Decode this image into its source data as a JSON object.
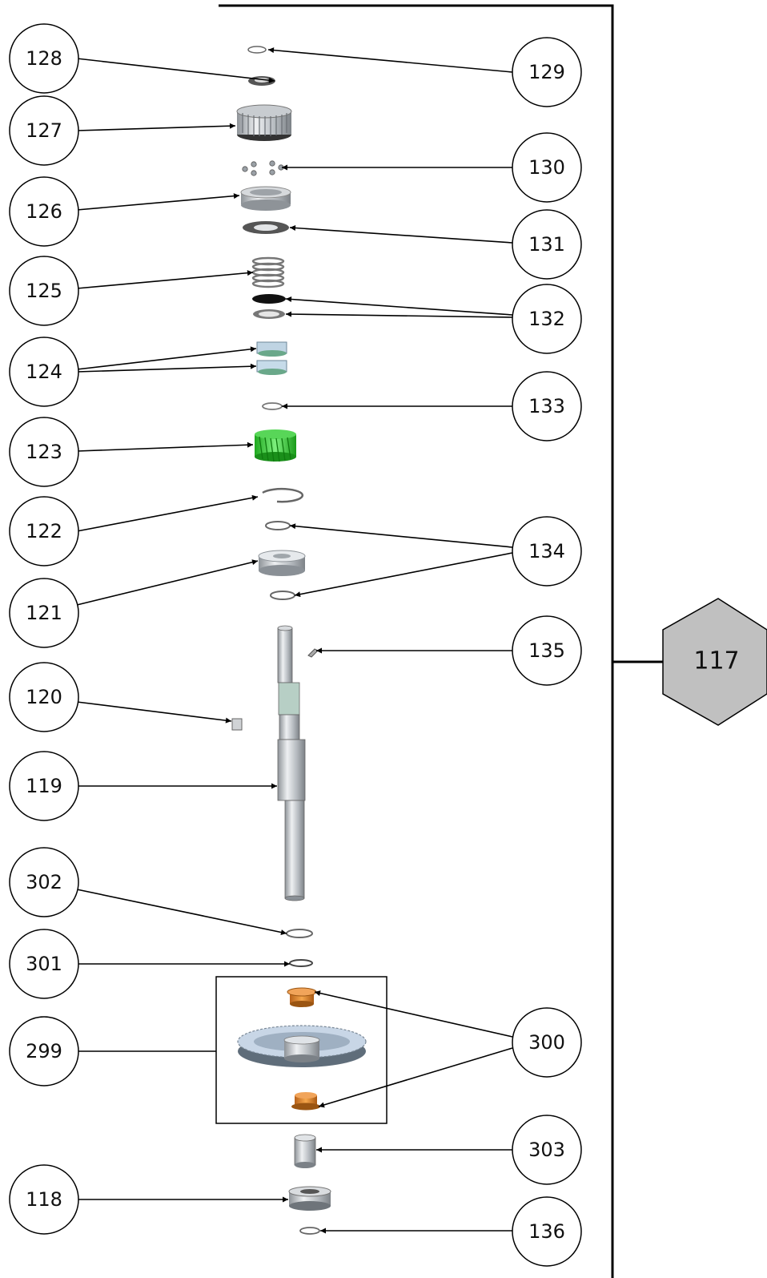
{
  "assembly": {
    "label": "117"
  },
  "callouts": [
    {
      "id": "c128",
      "label": "128"
    },
    {
      "id": "c129",
      "label": "129"
    },
    {
      "id": "c127",
      "label": "127"
    },
    {
      "id": "c130",
      "label": "130"
    },
    {
      "id": "c126",
      "label": "126"
    },
    {
      "id": "c131",
      "label": "131"
    },
    {
      "id": "c125",
      "label": "125"
    },
    {
      "id": "c132",
      "label": "132"
    },
    {
      "id": "c124",
      "label": "124"
    },
    {
      "id": "c133",
      "label": "133"
    },
    {
      "id": "c123",
      "label": "123"
    },
    {
      "id": "c122",
      "label": "122"
    },
    {
      "id": "c134",
      "label": "134"
    },
    {
      "id": "c121",
      "label": "121"
    },
    {
      "id": "c135",
      "label": "135"
    },
    {
      "id": "c120",
      "label": "120"
    },
    {
      "id": "c119",
      "label": "119"
    },
    {
      "id": "c302",
      "label": "302"
    },
    {
      "id": "c301",
      "label": "301"
    },
    {
      "id": "c299",
      "label": "299"
    },
    {
      "id": "c300",
      "label": "300"
    },
    {
      "id": "c303",
      "label": "303"
    },
    {
      "id": "c118",
      "label": "118"
    },
    {
      "id": "c136",
      "label": "136"
    }
  ],
  "colors": {
    "line": "#000000",
    "hex_fill": "#c0c0c0",
    "gear_green": "#3fcf3f",
    "bushing_orange": "#e08a2a",
    "metal": "#b8bcc0"
  }
}
